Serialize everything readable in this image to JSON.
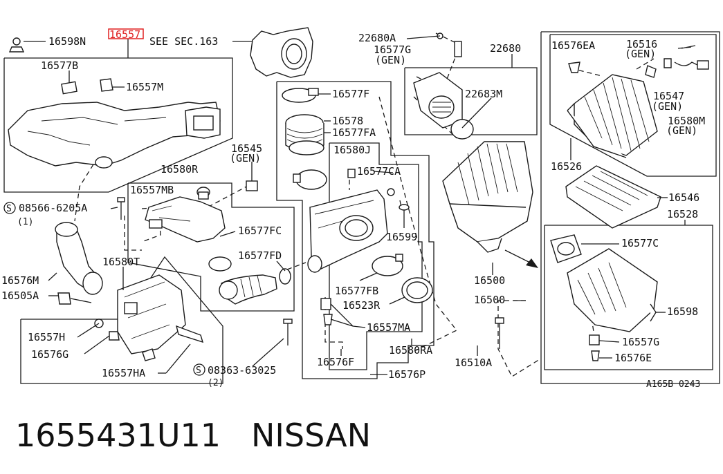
{
  "diagram": {
    "labels": {
      "p16598N": "16598N",
      "p16557_hl": "16557",
      "see_sec": "SEE SEC.163",
      "p22680A": "22680A",
      "p16577G": "16577G",
      "gen_16577G": "(GEN)",
      "p22680": "22680",
      "p16576EA": "16576EA",
      "p16516": "16516",
      "gen_16516": "(GEN)",
      "p16577B": "16577B",
      "p16557M": "16557M",
      "p16577F": "16577F",
      "p22683M": "22683M",
      "p16547": "16547",
      "gen_16547": "(GEN)",
      "p16580M": "16580M",
      "gen_16580M": "(GEN)",
      "p16578": "16578",
      "p16577FA": "16577FA",
      "p16545": "16545",
      "gen_16545": "(GEN)",
      "p16580J": "16580J",
      "p16577CA": "16577CA",
      "p16526": "16526",
      "p16580R": "16580R",
      "p16557MB": "16557MB",
      "p16546": "16546",
      "bolt_08566": "08566-6205A",
      "qty_1": "(1)",
      "p16528": "16528",
      "p16577FC": "16577FC",
      "p16599": "16599",
      "p16577C": "16577C",
      "p16577FD": "16577FD",
      "p16580T": "16580T",
      "p16576M": "16576M",
      "p16500_a": "16500",
      "p16505A": "16505A",
      "p16577FB": "16577FB",
      "p16500_b": "16500",
      "p16523R": "16523R",
      "p16598": "16598",
      "p16557H": "16557H",
      "p16557MA": "16557MA",
      "p16557G": "16557G",
      "p16576G": "16576G",
      "p16580RA": "16580RA",
      "p16576F": "16576F",
      "p16510A": "16510A",
      "p16576E": "16576E",
      "p16557HA": "16557HA",
      "bolt_08363": "08363-63025",
      "qty_2": "(2)",
      "p16576P": "16576P",
      "ref_code": "A165B 0243"
    },
    "highlight_color": "#e02020"
  },
  "footer": {
    "part_number": "1655431U11",
    "brand": "NISSAN"
  }
}
